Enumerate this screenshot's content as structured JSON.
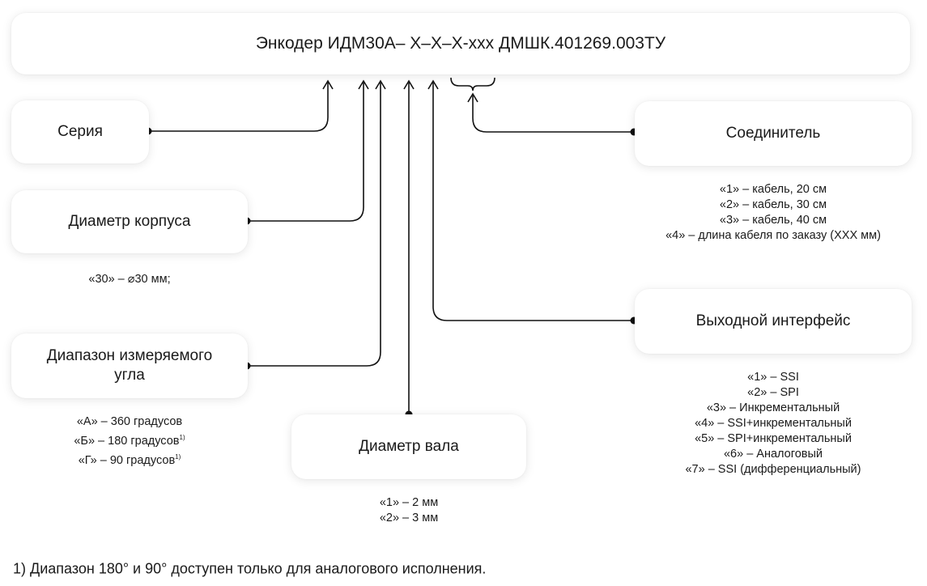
{
  "header": {
    "title": "Энкодер ИДМ30А– X–X–X-xxx ДМШК.401269.003ТУ"
  },
  "boxes": {
    "series": "Серия",
    "body_diameter": "Диаметр корпуса",
    "angle_range": "Диапазон измеряемого угла",
    "shaft_diameter": "Диаметр вала",
    "connector": "Соединитель",
    "output_interface": "Выходной интерфейс"
  },
  "descriptions": {
    "body_diameter": [
      "«30» – ⌀30 мм;"
    ],
    "angle_range": [
      "«А» – 360 градусов",
      "«Б» – 180 градусов",
      "«Г» – 90 градусов"
    ],
    "angle_range_footnote_mark": "1)",
    "shaft_diameter": [
      "«1» – 2 мм",
      "«2» – 3 мм"
    ],
    "connector": [
      "«1» – кабель, 20 см",
      "«2» – кабель, 30 см",
      "«3» – кабель, 40 см",
      "«4» – длина кабеля по заказу (XXX мм)"
    ],
    "output_interface": [
      "«1» – SSI",
      "«2» – SPI",
      "«3» – Инкрементальный",
      "«4» – SSI+инкрементальный",
      "«5» – SPI+инкрементальный",
      "«6» – Аналоговый",
      "«7» – SSI (дифференциальный)"
    ]
  },
  "footnote": "1) Диапазон 180° и 90° доступен только для аналогового исполнения.",
  "colors": {
    "line": "#111111",
    "card_bg": "#ffffff"
  }
}
